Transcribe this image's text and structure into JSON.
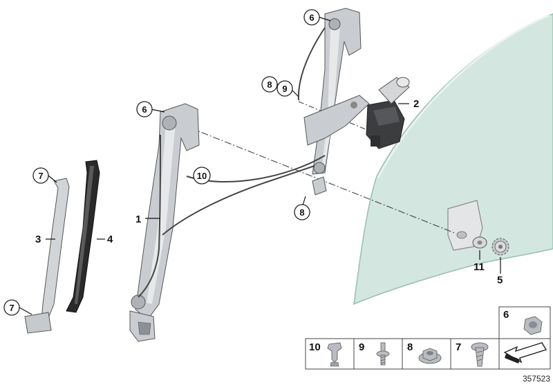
{
  "colors": {
    "glass": "#cfe4dc",
    "glass_edge": "#8fb7a8",
    "metal": "#c9ccd0",
    "motor": "#3c3d3f",
    "seal": "#2a2a2a"
  },
  "callouts": {
    "c1": "1",
    "c2": "2",
    "c3": "3",
    "c4": "4",
    "c5": "5",
    "c6a": "6",
    "c6b": "6",
    "c7a": "7",
    "c7b": "7",
    "c8a": "8",
    "c8b": "8",
    "c9": "9",
    "c10": "10",
    "c11": "11"
  },
  "parts_table": {
    "cells": [
      {
        "num": "10",
        "icon": "clip-icon"
      },
      {
        "num": "9",
        "icon": "stud-bolt-icon"
      },
      {
        "num": "8",
        "icon": "flange-nut-icon"
      },
      {
        "num": "7",
        "icon": "torx-screw-icon"
      }
    ],
    "top_cell": {
      "num": "6",
      "icon": "hex-nut-icon"
    },
    "arrow_cell": {
      "icon": "direction-arrow-icon"
    }
  },
  "diagram_number": "357523"
}
